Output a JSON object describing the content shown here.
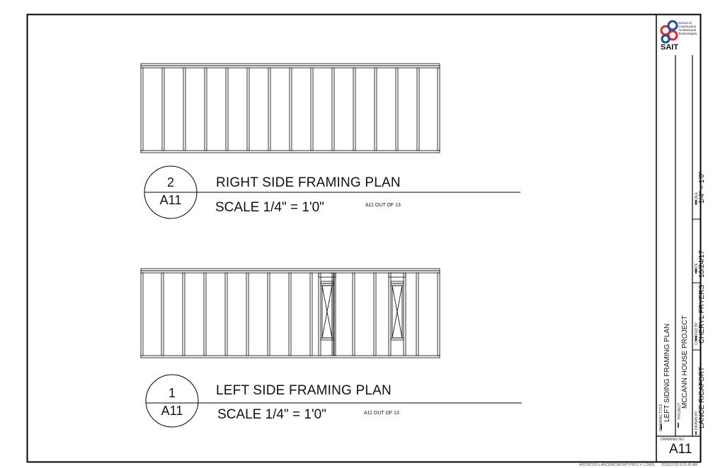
{
  "plans": [
    {
      "number": "2",
      "sheet_ref": "A11",
      "title": "RIGHT SIDE FRAMING PLAN",
      "scale": "SCALE 1/4\" = 1'0\"",
      "note": "A11 OUT OF 13"
    },
    {
      "number": "1",
      "sheet_ref": "A11",
      "title": "LEFT SIDE FRAMING PLAN",
      "scale": "SCALE 1/4\" = 1'0\"",
      "note": "A11 OUT OF 13"
    }
  ],
  "title_block": {
    "logo": {
      "brand": "SAIT",
      "line1": "School of",
      "line2": "Construction",
      "line3": "Architectural",
      "line4": "Technologies",
      "brand_color": "#e4252b"
    },
    "drawing_title_label": "DRAWING TITLE",
    "drawing_title": "LEFT SIDING FRAMING PLAN",
    "project_label": "PROJECT",
    "project": "MCCANN HOUSE PROJECT",
    "drawn_by_label": "DRAWN BY",
    "drawn_by": "LANCE RICAFORT",
    "checked_by_label": "CHECKED BY",
    "checked_by": "CHERYL FRYERS",
    "date_label": "DATE",
    "date": "10/24/17",
    "scale_label": "SCALE",
    "scale": "1/4\" = 1'0\"",
    "drawing_no_label": "DRAWING NO.",
    "drawing_no": "A11"
  },
  "footer": {
    "file_path": "ARCH215D-LANCERICAFORT-PROJ # 1.DWG",
    "timestamp": "2018/11/30 8:31:40 AM"
  }
}
